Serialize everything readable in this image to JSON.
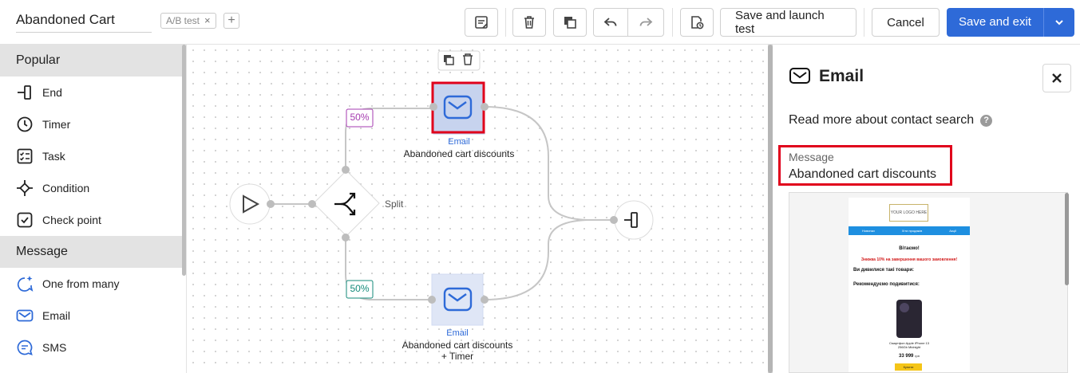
{
  "header": {
    "title": "Abandoned Cart",
    "tag": "A/B test",
    "tag_remove": "×",
    "add": "+",
    "save_launch": "Save and launch test",
    "cancel": "Cancel",
    "save_exit": "Save and exit"
  },
  "sidebar": {
    "sections": [
      {
        "title": "Popular",
        "items": [
          "End",
          "Timer",
          "Task",
          "Condition",
          "Check point"
        ]
      },
      {
        "title": "Message",
        "items": [
          "One from many",
          "Email",
          "SMS"
        ]
      }
    ]
  },
  "canvas": {
    "split_label": "Split",
    "branch_a_percent": "50%",
    "branch_b_percent": "50%",
    "node_a_type": "Email",
    "node_a_name": "Abandoned cart discounts",
    "node_b_type": "Email",
    "node_b_name_line1": "Abandoned cart discounts",
    "node_b_name_line2": "+ Timer"
  },
  "panel": {
    "title": "Email",
    "read_more": "Read more about contact search",
    "help": "?",
    "message_label": "Message",
    "message_value": "Abandoned cart discounts"
  },
  "email_preview": {
    "logo": "YOUR LOGO HERE",
    "nav": [
      "Новинки",
      "Хіти продажів",
      "Акції"
    ],
    "greeting": "Вітаємо!",
    "promo": "Знижка 10% на завершення вашого замовлення!",
    "viewed": "Ви дивилися такі товари:",
    "recommend": "Рекомендуємо подивитися:",
    "product": "Смартфон Apple iPhone 13",
    "product_sub": "256Gb Midnight",
    "price": "33 999",
    "currency": "грн",
    "buy": "Купити"
  },
  "colors": {
    "accent": "#2e6ad8",
    "highlight": "#e0001b",
    "percent_a": "#a53bb0",
    "percent_b": "#138a7a"
  }
}
